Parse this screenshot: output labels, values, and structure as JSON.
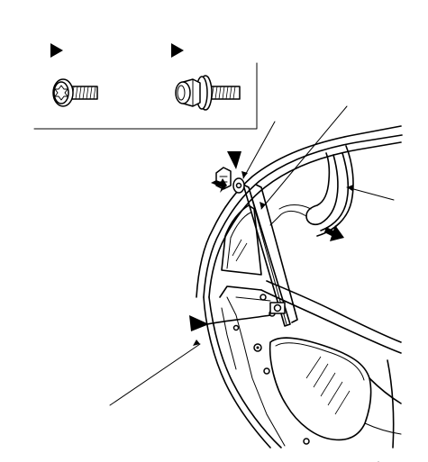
{
  "figure": {
    "background": "#ffffff",
    "line_color": "#000000",
    "text": []
  },
  "parts": {
    "inset": [
      "triangle-marker",
      "triangle-marker",
      "torx-bolt",
      "flange-bolt-with-washer"
    ],
    "main": [
      "rear-door-frame",
      "door-glass-run-channel",
      "door-weatherstrip",
      "window-glass",
      "inner-panel"
    ],
    "callout_count": 5,
    "marker_count": 3
  }
}
